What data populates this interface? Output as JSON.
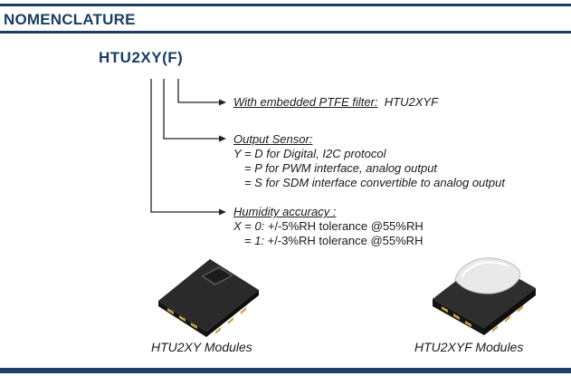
{
  "header": {
    "title": "NOMENCLATURE"
  },
  "part_number": "HTU2XY(F)",
  "filter": {
    "label": "With embedded PTFE filter:",
    "value": "HTU2XYF"
  },
  "output": {
    "label": "Output Sensor:",
    "lines": [
      "Y = D for Digital, I2C protocol",
      "= P for PWM interface, analog output",
      "= S for SDM interface convertible to analog output"
    ]
  },
  "humidity": {
    "label": "Humidity accuracy :",
    "line1_prefix": "X = 0:",
    "line1_rest": " +/-5%RH tolerance @55%RH",
    "line2_prefix": "= 1:",
    "line2_rest": " +/-3%RH tolerance @55%RH"
  },
  "modules": [
    {
      "caption": "HTU2XY Modules"
    },
    {
      "caption": "HTU2XYF Modules"
    }
  ]
}
